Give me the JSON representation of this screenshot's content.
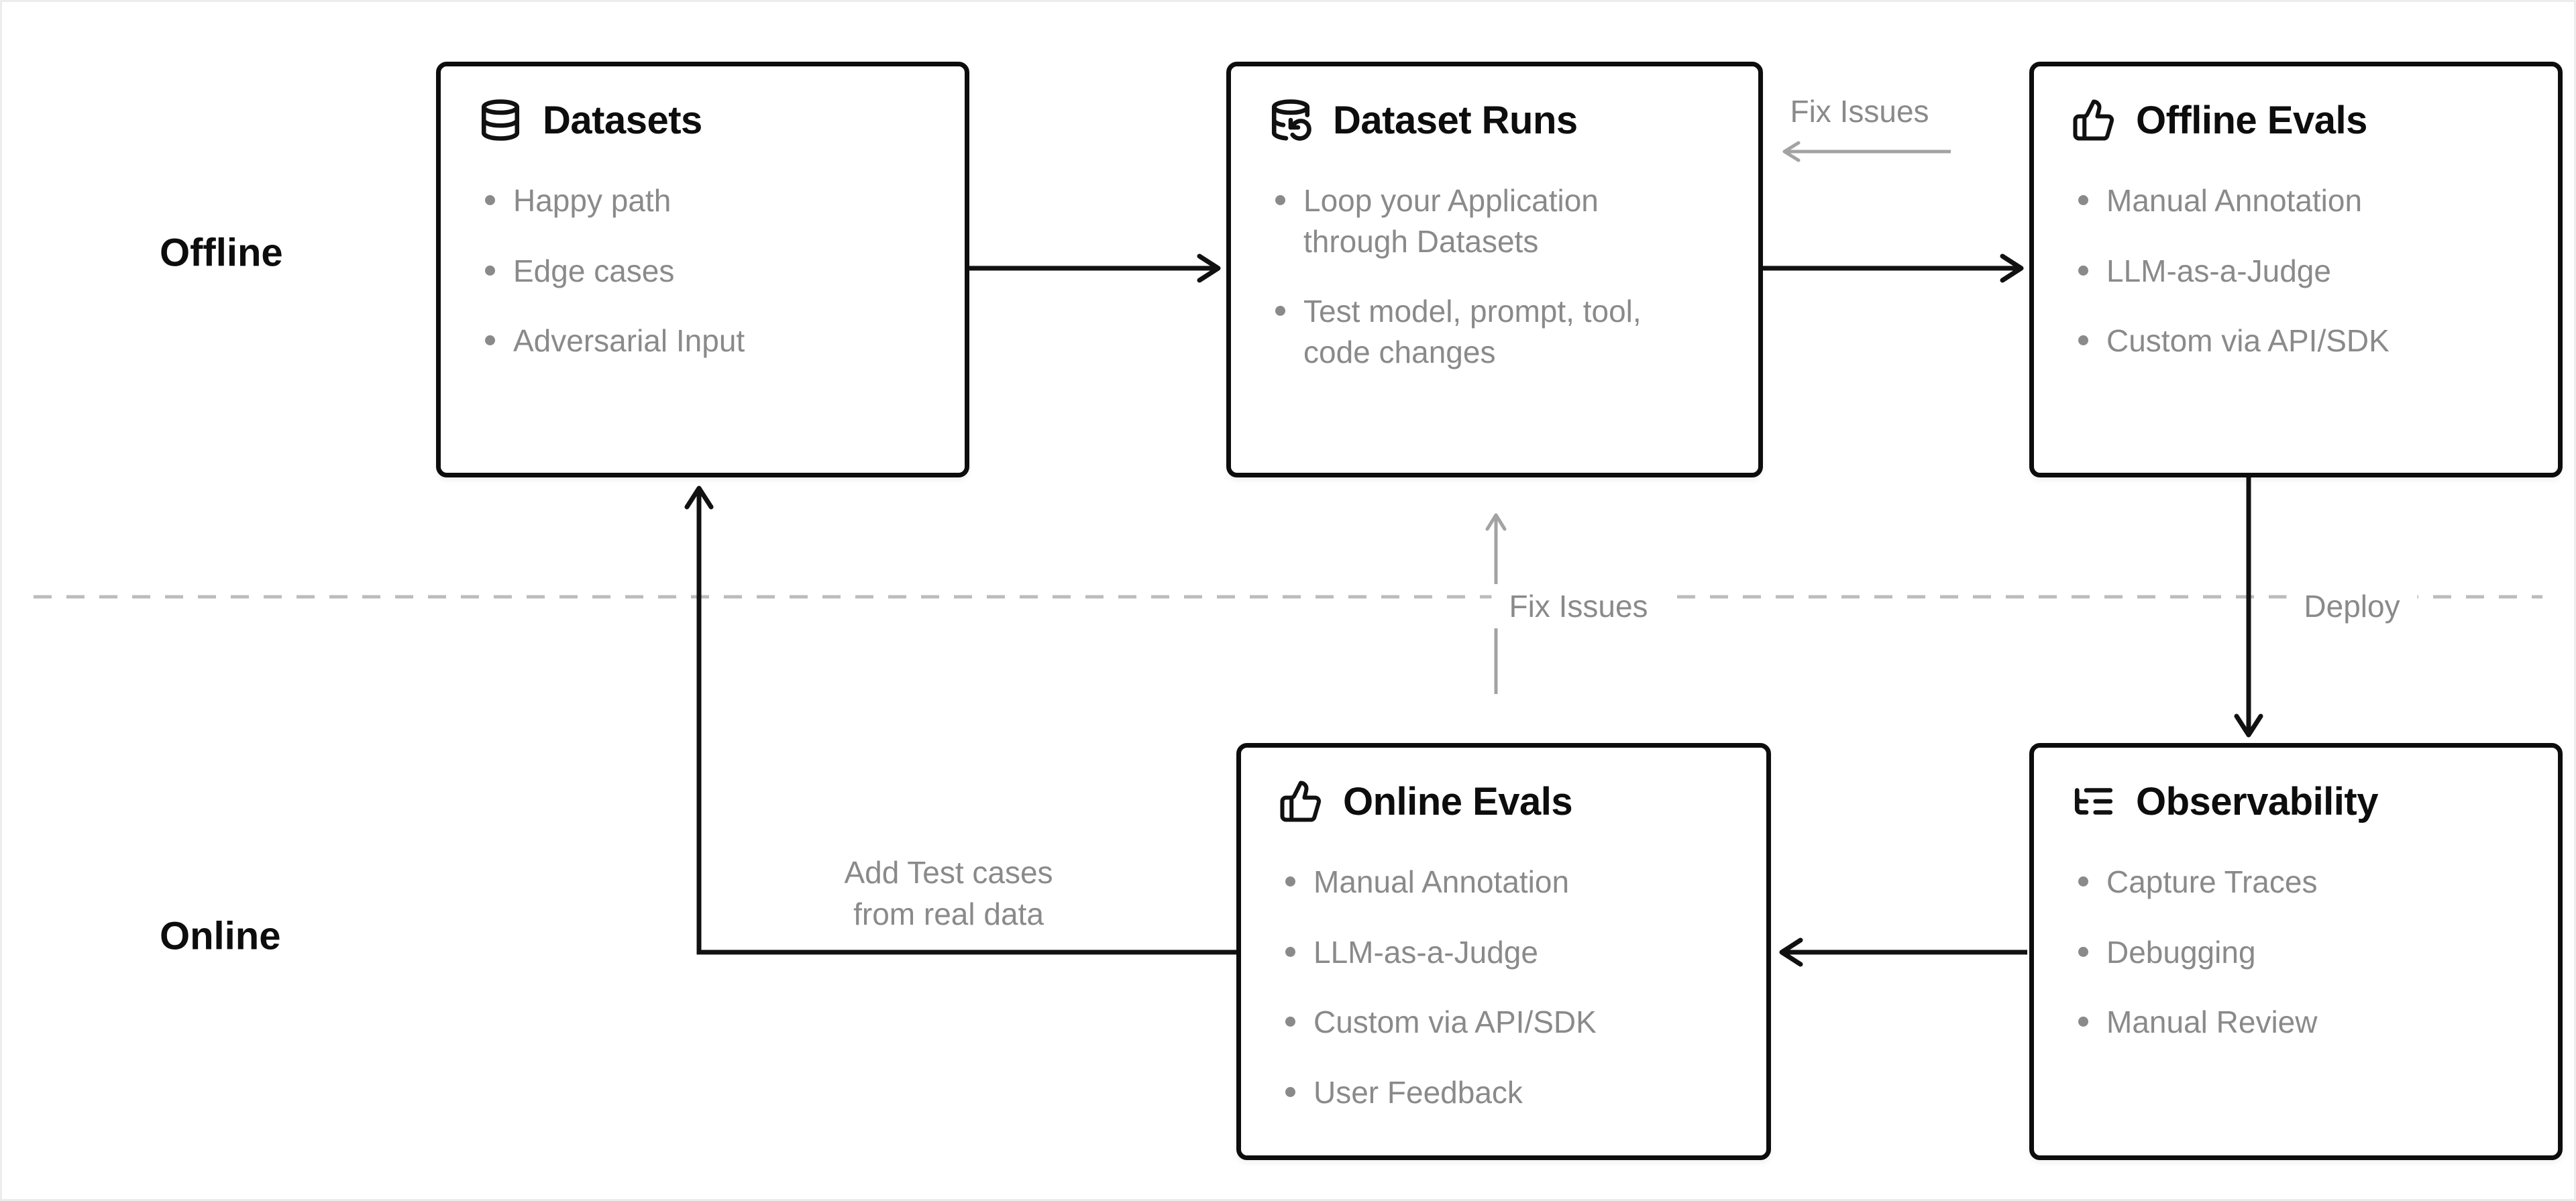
{
  "diagram": {
    "section_labels": {
      "offline": "Offline",
      "online": "Online"
    },
    "edge_labels": {
      "fix_issues_top": "Fix Issues",
      "fix_issues_middle": "Fix Issues",
      "deploy": "Deploy",
      "add_test_cases_line1": "Add Test cases",
      "add_test_cases_line2": "from real data"
    },
    "nodes": [
      {
        "id": "datasets",
        "title": "Datasets",
        "icon": "database-icon",
        "items": [
          "Happy path",
          "Edge cases",
          "Adversarial Input"
        ]
      },
      {
        "id": "dataset-runs",
        "title": "Dataset Runs",
        "icon": "database-backup-icon",
        "items": [
          "Loop your Application through Datasets",
          "Test model, prompt, tool, code changes"
        ]
      },
      {
        "id": "offline-evals",
        "title": "Offline Evals",
        "icon": "thumbs-up-icon",
        "items": [
          "Manual Annotation",
          "LLM-as-a-Judge",
          "Custom via API/SDK"
        ]
      },
      {
        "id": "online-evals",
        "title": "Online Evals",
        "icon": "thumbs-up-icon",
        "items": [
          "Manual Annotation",
          "LLM-as-a-Judge",
          "Custom via API/SDK",
          "User Feedback"
        ]
      },
      {
        "id": "observability",
        "title": "Observability",
        "icon": "list-tree-icon",
        "items": [
          "Capture Traces",
          "Debugging",
          "Manual Review"
        ]
      }
    ],
    "colors": {
      "node_border": "#0d0d0d",
      "title_text": "#0d0d0d",
      "bullet_text": "#8a8a8a",
      "edge_black": "#111111",
      "edge_gray": "#a3a3a3",
      "divider_dash": "#bcbcbc",
      "background": "#ffffff"
    }
  }
}
